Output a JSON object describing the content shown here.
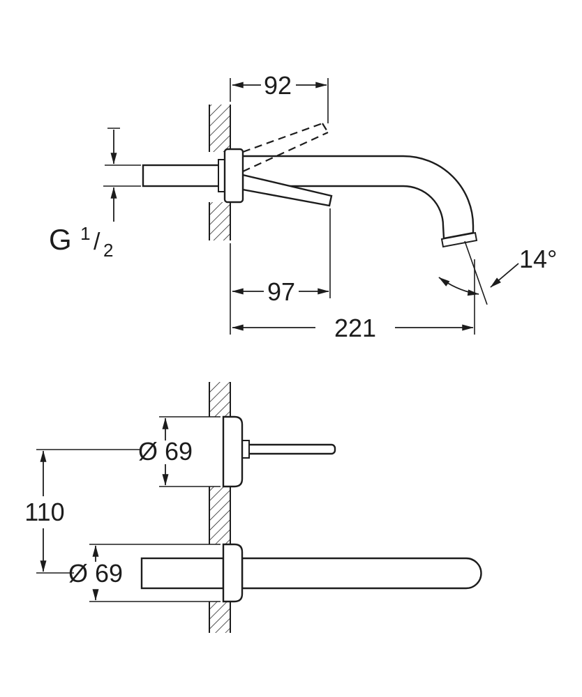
{
  "drawing": {
    "colors": {
      "background": "#ffffff",
      "line": "#1c1c1c"
    },
    "side_view": {
      "dim_92": "92",
      "dim_97": "97",
      "dim_221": "221",
      "angle_14": "14°",
      "thread_letter": "G",
      "thread_num": "1",
      "thread_slash": "/",
      "thread_den": "2"
    },
    "plan_view": {
      "dia_top": "Ø 69",
      "dia_bottom": "Ø 69",
      "dim_110": "110"
    }
  }
}
